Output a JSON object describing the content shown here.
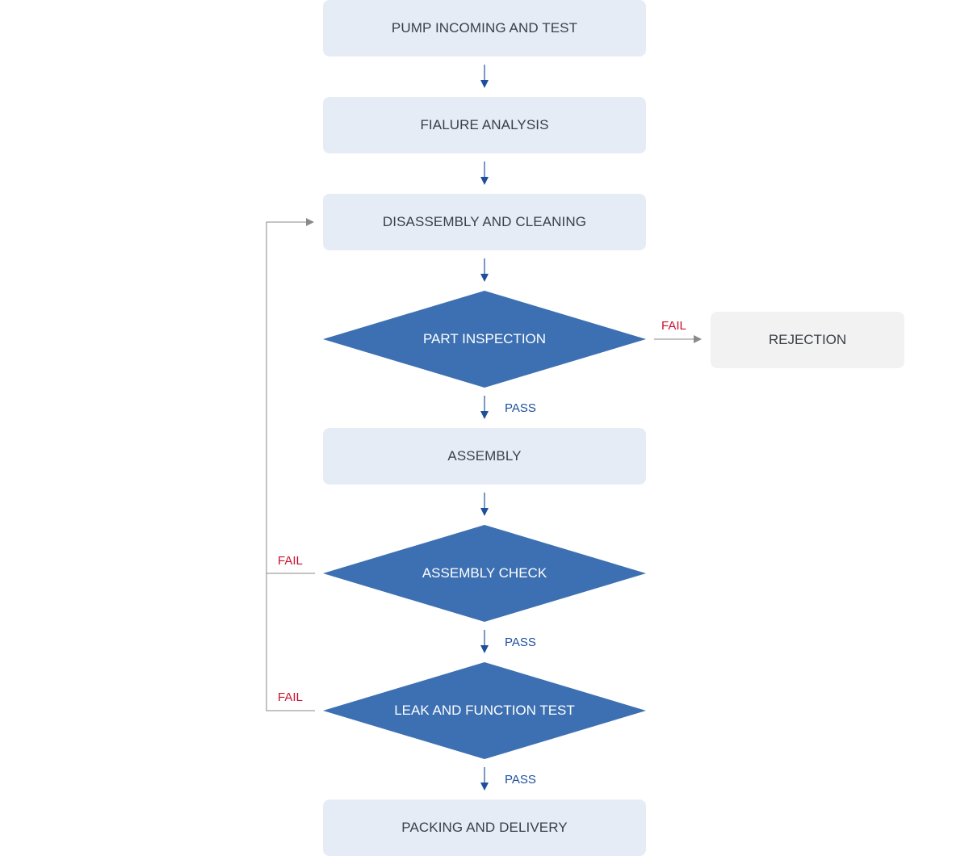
{
  "steps": {
    "pump_incoming": "PUMP INCOMING AND TEST",
    "failure_analysis": "FIALURE ANALYSIS",
    "disassembly": "DISASSEMBLY AND CLEANING",
    "part_inspection": "PART INSPECTION",
    "rejection": "REJECTION",
    "assembly": "ASSEMBLY",
    "assembly_check": "ASSEMBLY CHECK",
    "leak_test": "LEAK AND FUNCTION TEST",
    "packing": "PACKING AND DELIVERY"
  },
  "labels": {
    "fail": "FAIL",
    "pass": "PASS"
  },
  "colors": {
    "box_fill": "#e6ecf6",
    "rejection_fill": "#f2f2f2",
    "diamond_fill": "#3d70b2",
    "arrow_blue": "#1f4f9c",
    "arrow_gray": "#8a8a8a",
    "fail_text": "#c8102e",
    "pass_text": "#1f4f9c"
  }
}
